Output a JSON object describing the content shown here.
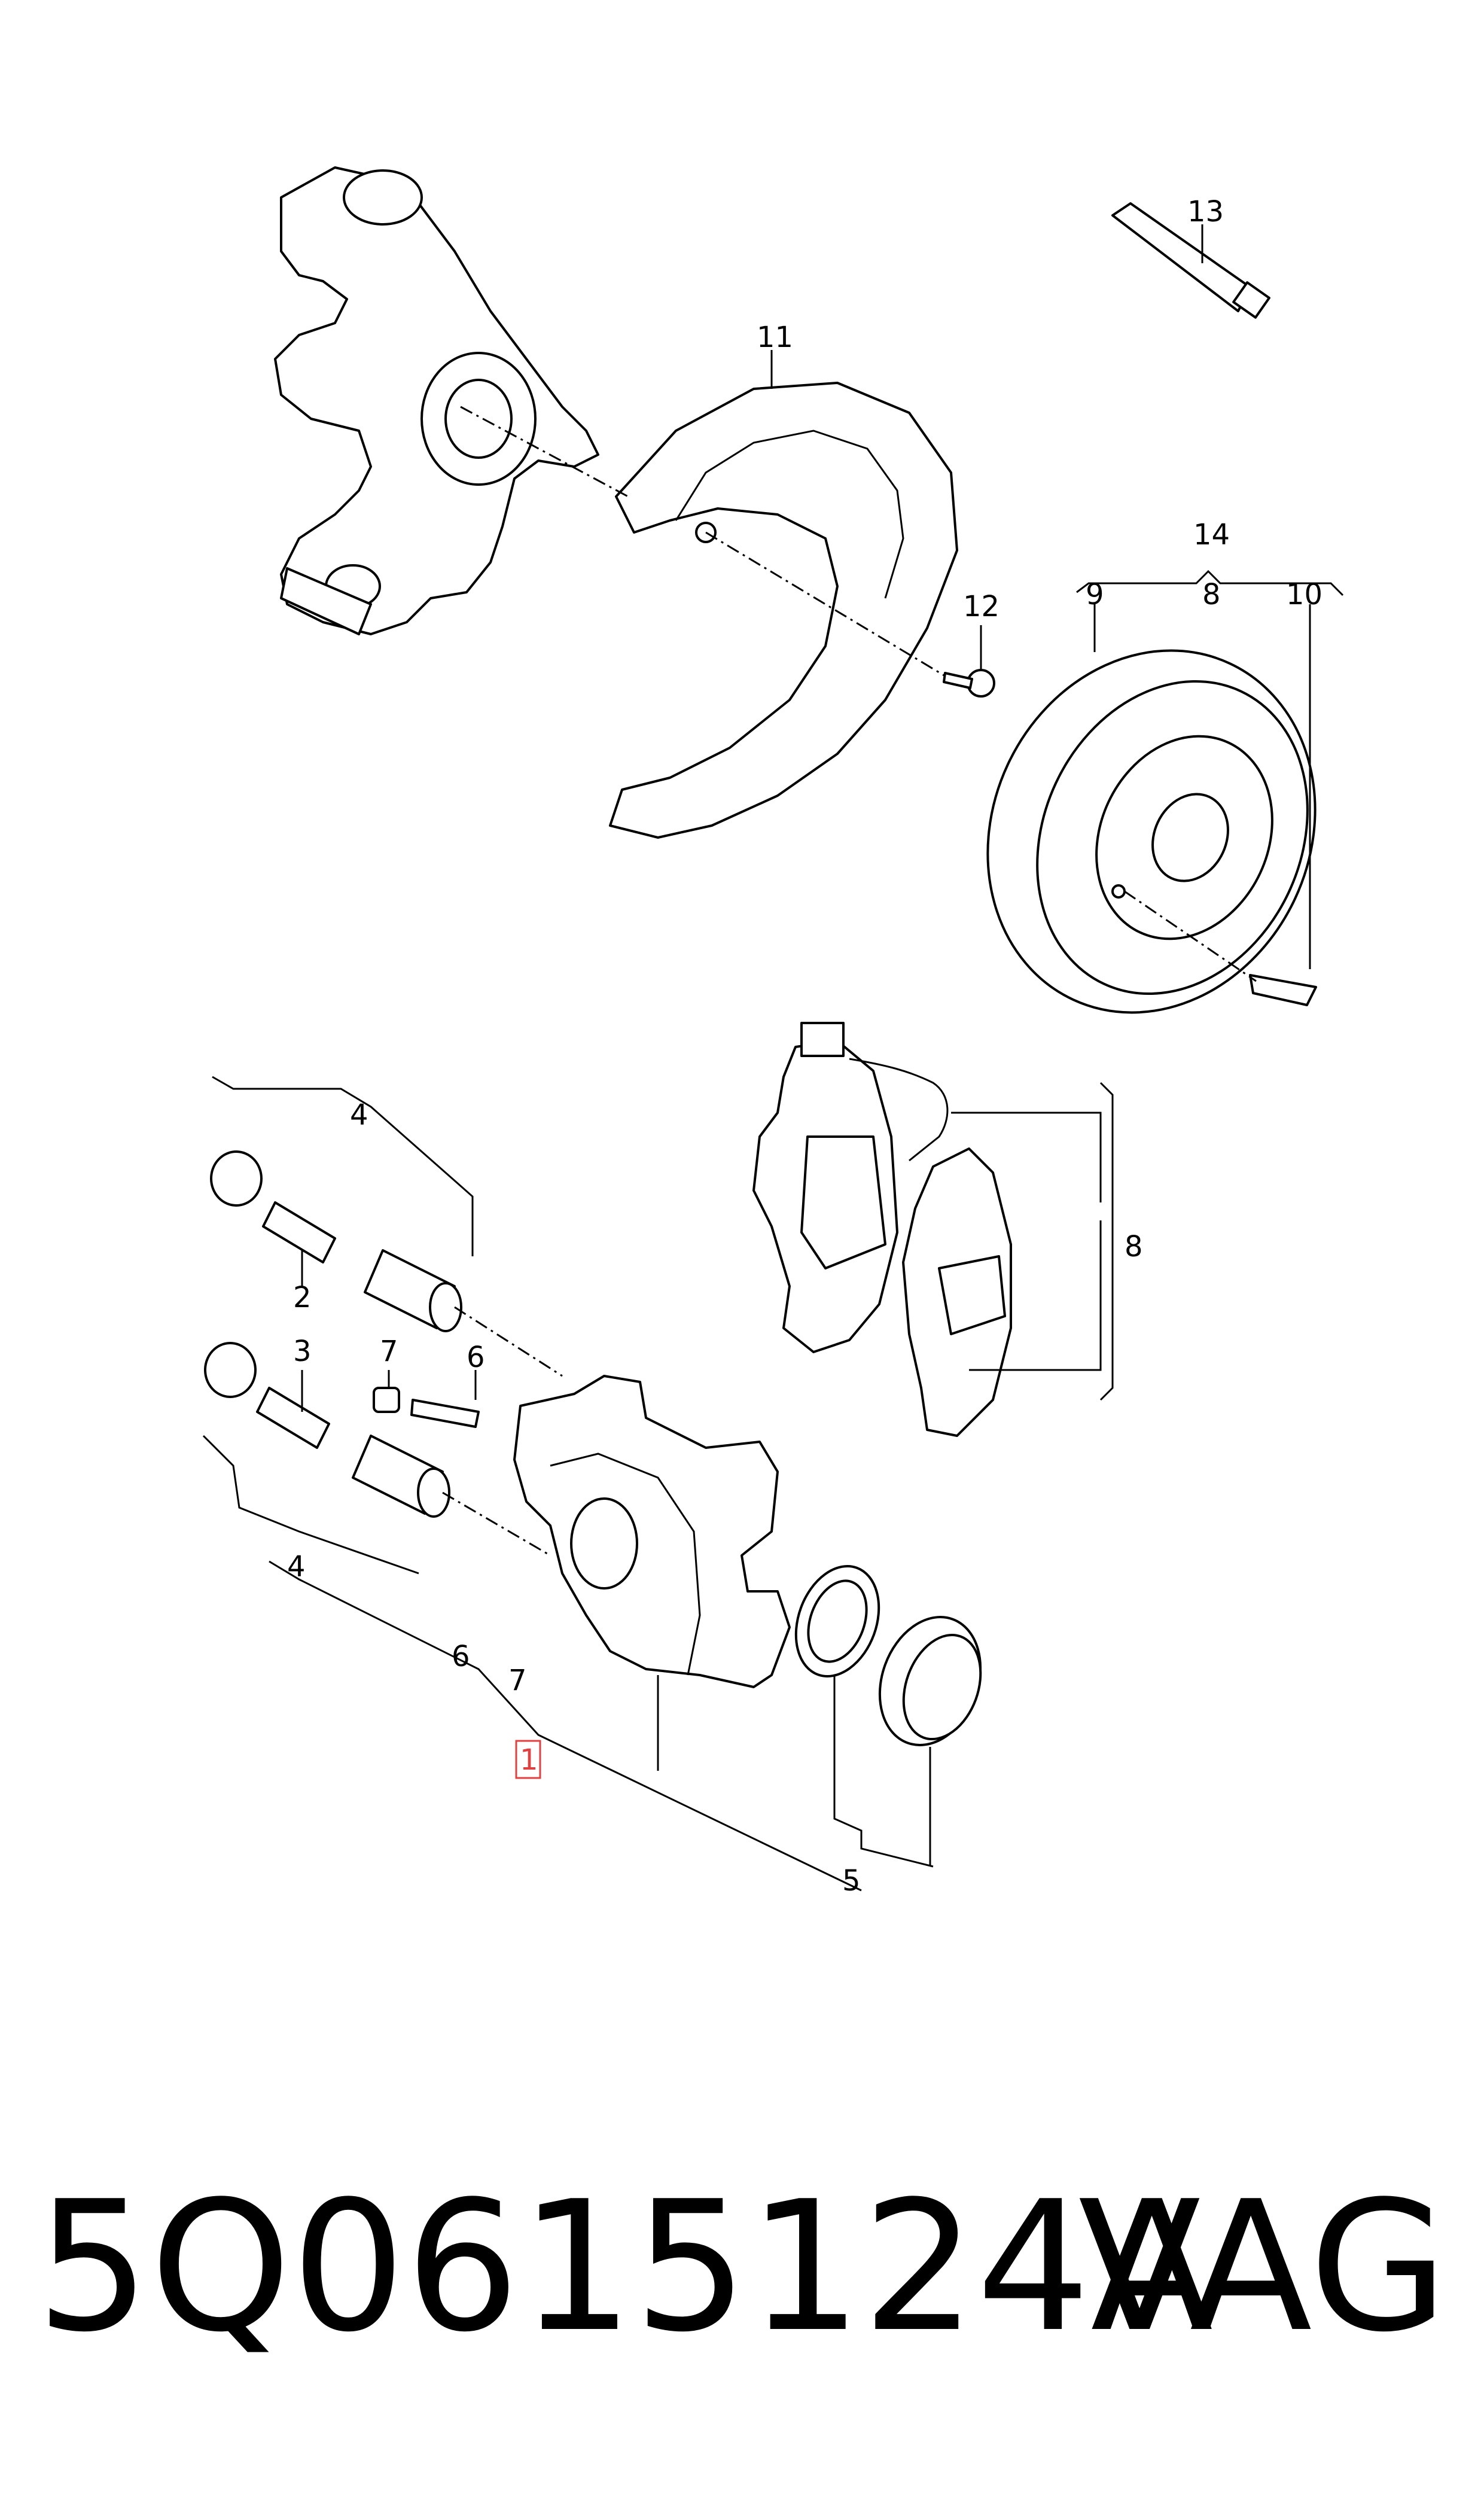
{
  "callouts": {
    "c1": "1",
    "c2": "2",
    "c3": "3",
    "c4a": "4",
    "c4b": "4",
    "c5": "5",
    "c6a": "6",
    "c6b": "6",
    "c7a": "7",
    "c7b": "7",
    "c8a": "8",
    "c8b": "8",
    "c9": "9",
    "c10": "10",
    "c11": "11",
    "c12": "12",
    "c13": "13",
    "c14": "14"
  },
  "highlight_color": "#e04040",
  "footer": {
    "part_number": "5Q0615124A",
    "brand": "VAG"
  }
}
